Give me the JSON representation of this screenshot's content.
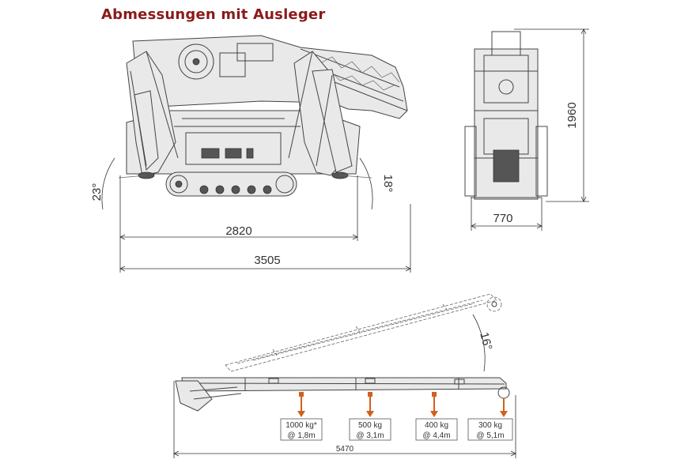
{
  "title": "Abmessungen mit Ausleger",
  "dimensions": {
    "angle_left": "23°",
    "angle_right": "18°",
    "outrigger_width_inner": "2820",
    "outrigger_width_outer": "3505",
    "height": "1960",
    "width": "770",
    "boom_angle": "16°",
    "boom_reach": "5470"
  },
  "loads": [
    {
      "weight": "1000 kg*",
      "radius": "@ 1,8m"
    },
    {
      "weight": "500 kg",
      "radius": "@ 3,1m"
    },
    {
      "weight": "400 kg",
      "radius": "@ 4,4m"
    },
    {
      "weight": "300 kg",
      "radius": "@ 5,1m"
    }
  ],
  "colors": {
    "title": "#8b1a1a",
    "load_arrow": "#d2601a",
    "line": "#444444"
  }
}
